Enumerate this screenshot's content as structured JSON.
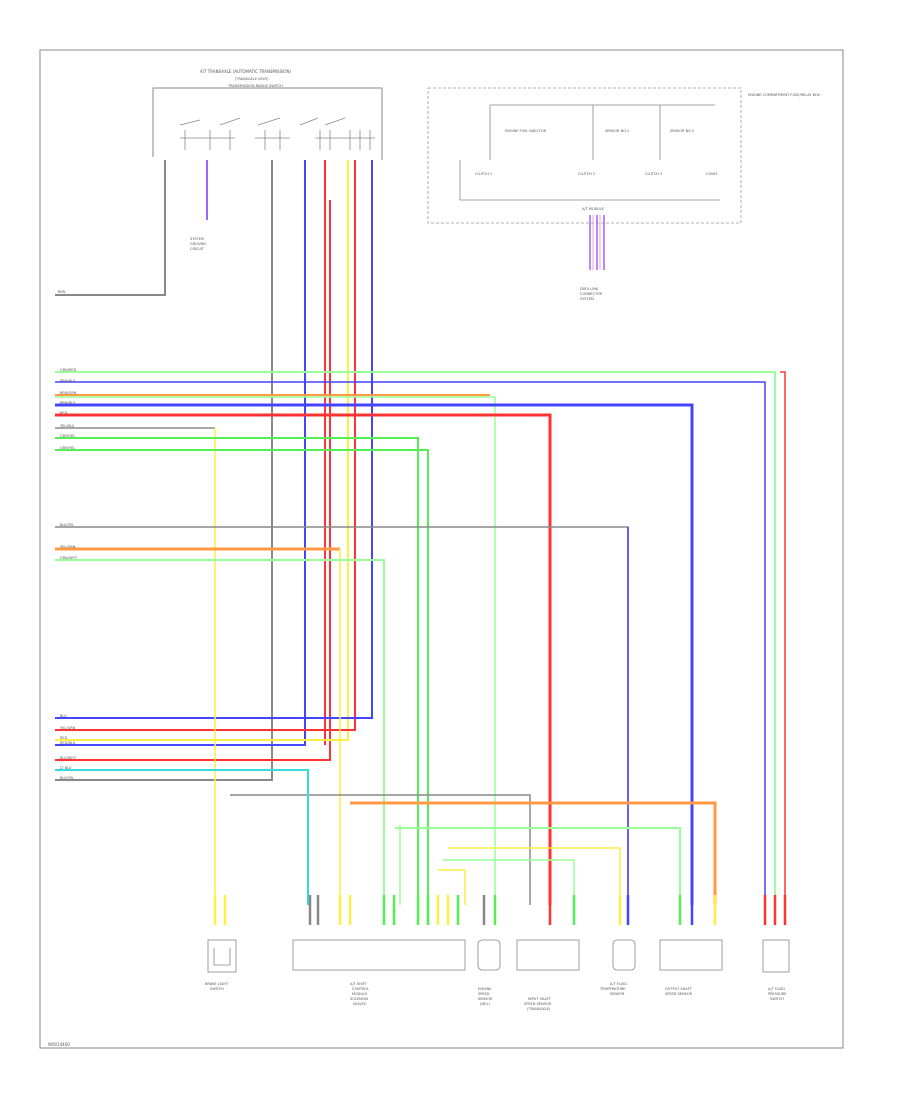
{
  "page": {
    "footer_code": "W0014400"
  },
  "transmission_assembly": {
    "title": "A/T TRANSAXLE (AUTOMATIC TRANSMISSION)",
    "subtitle_1": "(TRANSAXLE ASSY)",
    "subtitle_2": "TRANSMISSION RANGE SWITCH"
  },
  "theft_box": {
    "title": "ENGINE COMPARTMENT FUSE/RELAY BOX",
    "items": [
      "ENGINE FUEL INJECTOR",
      "SENSOR NO.1",
      "SENSOR NO.2"
    ],
    "sub_items": [
      "CLUTCH 1",
      "CLUTCH 2",
      "CLUTCH 3"
    ],
    "bottom_label": "A/T MODULE",
    "code": "C0003"
  },
  "left_labels": {
    "top": "BRN",
    "group1": [
      "GRN/RED",
      "BRN/BLU",
      "BRN/GRN",
      "BRN/BLU",
      "RED",
      "YEL/BLU",
      "GRN/YEL",
      "GRN/YEL"
    ],
    "group2": [
      "BLK/YEL",
      "YEL/GRN",
      "GRN/WHT"
    ],
    "group3": [
      "BLU",
      "YEL/GRN",
      "RED",
      "RED/BLU",
      "BLU/WHT",
      "LT BLU",
      "BLK/YEL"
    ]
  },
  "component_labels": {
    "ecm_top": "SYSTEM\nGROUND\nCIRCUIT",
    "theft_bottom": "DATA LINK\nCONNECTOR\nSYSTEM",
    "c1": "BRAKE LIGHT\nSWITCH",
    "c2": "A/T SHIFT\nCONTROL\nMODULE\nSOLENOID\nVALVES",
    "c3": "ENGINE\nSPEED\nSENSOR\n(NE1)",
    "c4": "INPUT SHAFT\nSPEED SENSOR\n(TRANSAXLE)",
    "c5": "A/T FLUID\nTEMPERATURE\nSENSOR",
    "c6": "OUTPUT SHAFT\nSPEED SENSOR",
    "c7": "A/T FLUID\nPRESSURE\nSWITCH"
  },
  "colors": {
    "red": "#ff3333",
    "blue": "#4444ff",
    "yellow": "#ffee44",
    "green": "#55ee55",
    "orange": "#ff9944",
    "pink": "#ff99cc",
    "lightblue": "#77ddff",
    "gray": "#888888",
    "ltgreen": "#99ff99",
    "cyan": "#33dddd",
    "violet": "#9966ff"
  }
}
